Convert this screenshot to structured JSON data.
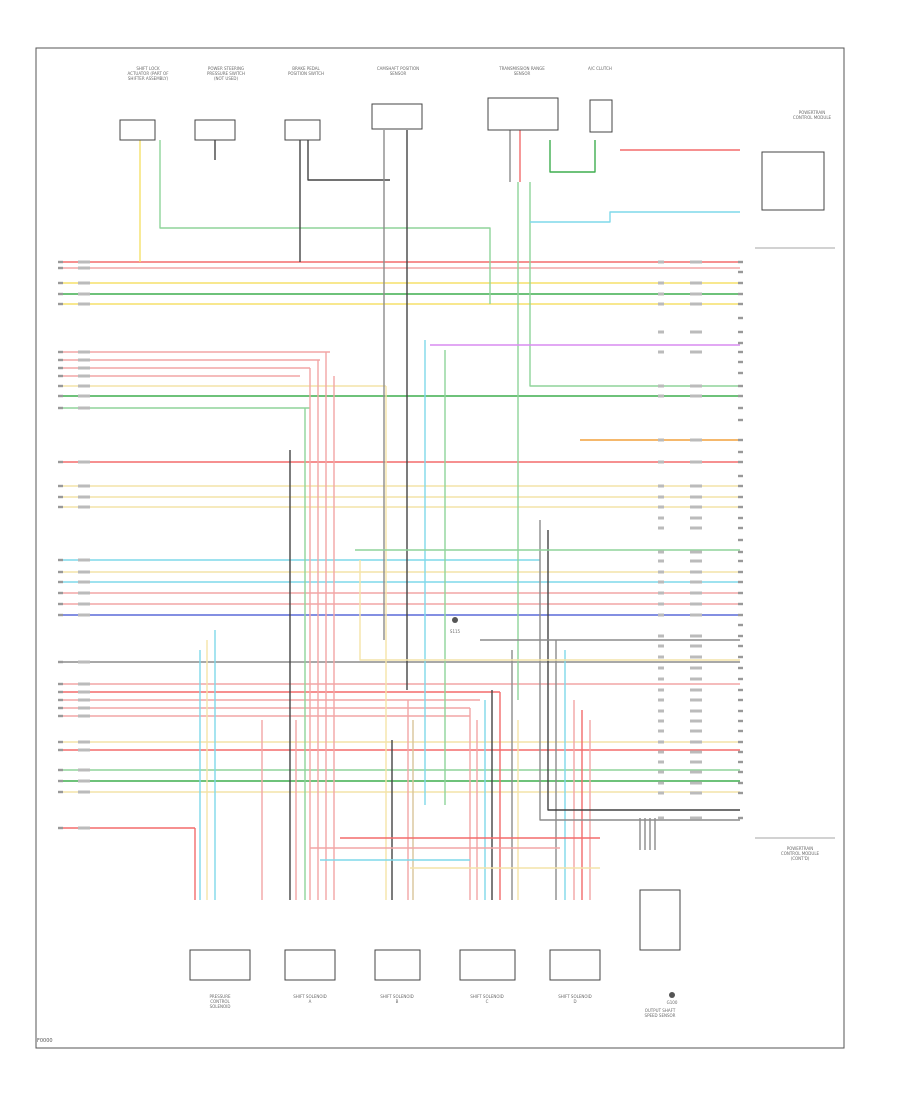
{
  "page_label": "F0000",
  "top_components": [
    "SHIFT LOCK ACTUATOR (PART OF SHIFTER ASSEMBLY)",
    "POWER STEERING PRESSURE SWITCH (NOT USED)",
    "BRAKE PEDAL POSITION SWITCH",
    "CAMSHAFT POSITION SENSOR",
    "TRANSMISSION RANGE SENSOR",
    "A/C CLUTCH"
  ],
  "right_component": "POWERTRAIN CONTROL MODULE",
  "bottom_components": [
    "PRESSURE CONTROL SOLENOID",
    "SHIFT SOLENOID A",
    "SHIFT SOLENOID B",
    "SHIFT SOLENOID C",
    "SHIFT SOLENOID D",
    "OUTPUT SHAFT SPEED SENSOR"
  ],
  "bottom_right_note": "POWERTRAIN CONTROL MODULE (CONT'D)",
  "splice_label": "S115",
  "ground_label": "G100",
  "colors": {
    "red": "#f36b6b",
    "pink": "#f2a6a6",
    "green": "#8fd49a",
    "dkgreen": "#3fae4f",
    "yellow": "#f5e06a",
    "pale_yellow": "#f4e3a8",
    "cyan": "#7fd9ea",
    "blue": "#5a6ad8",
    "violet": "#d98bf0",
    "orange": "#f2a13b",
    "gray": "#8c8c8c",
    "dkgray": "#444444",
    "tan": "#d9c49a"
  }
}
